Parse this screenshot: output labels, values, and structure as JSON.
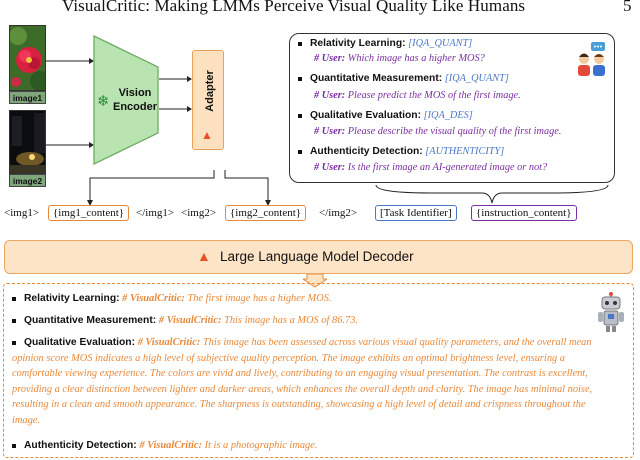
{
  "header": {
    "title": "VisualCritic: Making LMMs Perceive Visual Quality Like Humans",
    "page_number": "5"
  },
  "images": [
    {
      "label": "image1"
    },
    {
      "label": "image2"
    }
  ],
  "encoder": {
    "line1": "Vision",
    "line2": "Encoder"
  },
  "adapter": {
    "label": "Adapter"
  },
  "prompts": [
    {
      "task": "Relativity Learning:",
      "tag": "[IQA_QUANT]",
      "user_prefix": "# User:",
      "user_text": "Which image has a higher MOS?"
    },
    {
      "task": "Quantitative Measurement:",
      "tag": "[IQA_QUANT]",
      "user_prefix": "# User:",
      "user_text": "Please predict the MOS of the first image."
    },
    {
      "task": "Qualitative Evaluation:",
      "tag": "[IQA_DES]",
      "user_prefix": "# User:",
      "user_text": "Please describe the visual quality of the first image."
    },
    {
      "task": "Authenticity Detection:",
      "tag": "[AUTHENTICITY]",
      "user_prefix": "# User:",
      "user_text": "Is the first image an AI-generated image or not?"
    }
  ],
  "tokens": {
    "img1_open": "<img1>",
    "img1_content": "{img1_content}",
    "img1_close": "</img1>",
    "img2_open": "<img2>",
    "img2_content": "{img2_content}",
    "img2_close": "</img2>",
    "task_identifier": "[Task Identifier]",
    "instruction_content": "{instruction_content}"
  },
  "decoder": {
    "label": "Large Language Model Decoder"
  },
  "responses": {
    "prefix": "# VisualCritic:",
    "items": [
      {
        "task": "Relativity Learning:",
        "text": "The first image has a higher MOS."
      },
      {
        "task": "Quantitative Measurement:",
        "text": "This image has a MOS of 86.73."
      },
      {
        "task": "Qualitative Evaluation:",
        "text": "This image has been assessed across various visual quality parameters, and the overall mean opinion score MOS indicates a high level of subjective quality perception. The image exhibits an optimal brightness level, ensuring a comfortable viewing experience. The colors are vivid and lively, contributing to an engaging visual presentation. The contrast is excellent, providing a clear distinction between lighter and darker areas, which enhances the overall depth and clarity. The image has minimal noise, resulting in a clean and smooth appearance. The sharpness is outstanding, showcasing a high level of detail and crispness throughout the image."
      },
      {
        "task": "Authenticity Detection:",
        "text": "It is a photographic image."
      }
    ]
  },
  "colors": {
    "orange": "#e8893a",
    "blue": "#4a77c4",
    "purple": "#7a2ea0",
    "encoder_green": "#b9e3b0",
    "adapter_fill": "#fde0bf",
    "decoder_fill": "#fde4c6"
  }
}
